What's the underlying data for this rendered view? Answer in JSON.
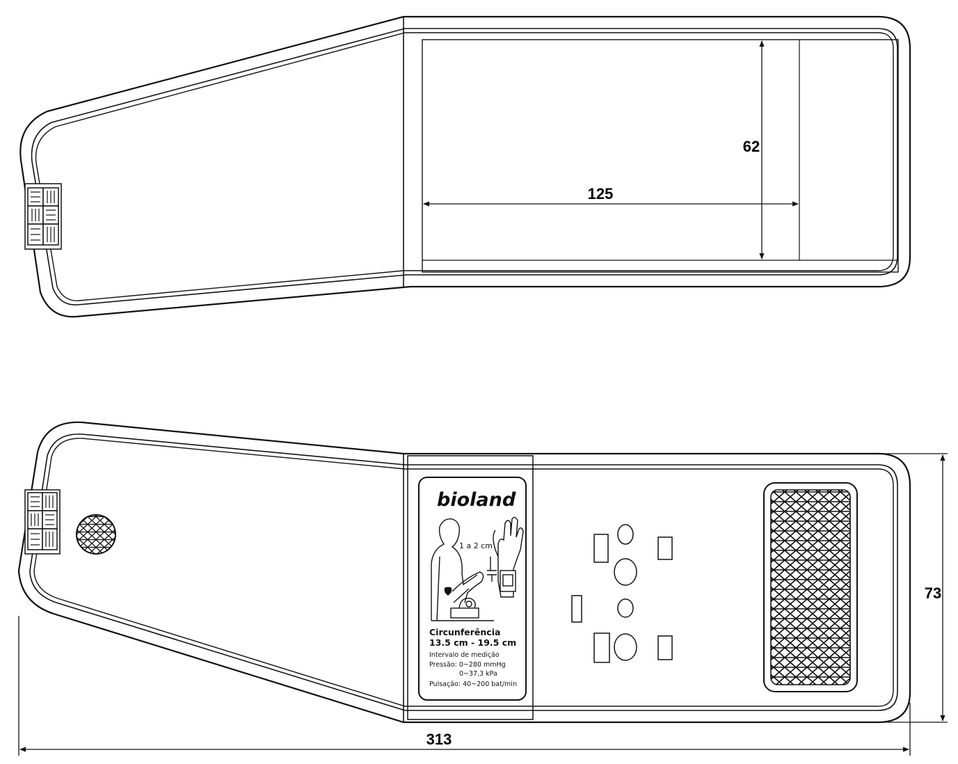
{
  "dimensions": {
    "inner_width": "125",
    "inner_height": "62",
    "total_length": "313",
    "total_height": "73"
  },
  "label": {
    "brand": "bioland",
    "registered_mark": "®",
    "fit_gap": "1 a 2 cm",
    "heart_icon": "heart-icon",
    "circumference_title": "Circunferência",
    "circumference_range": "13.5 cm - 19.5 cm",
    "measure_interval": "Intervalo de medição",
    "pressure_mmhg": "Pressão: 0~280 mmHg",
    "pressure_kpa": "0~37,3 kPa",
    "pulse": "Pulsação: 40~200 bat/min"
  }
}
